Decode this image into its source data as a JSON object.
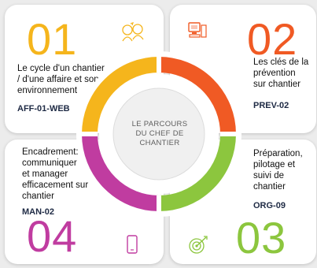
{
  "center": {
    "lines": [
      "LE PARCOURS",
      "DU CHEF DE",
      "CHANTIER"
    ]
  },
  "cards": [
    {
      "number": "01",
      "title_lines": [
        "Le cycle d'un chantier",
        "/ d'une affaire et son",
        "environnement"
      ],
      "code": "AFF-01-WEB",
      "icon": "discussion-icon",
      "color": "#f5b51c"
    },
    {
      "number": "02",
      "title_lines": [
        "Les clés de la",
        "prévention",
        "sur chantier"
      ],
      "code": "PREV-02",
      "icon": "computer-icon",
      "color": "#f05a24"
    },
    {
      "number": "03",
      "title_lines": [
        "Préparation,",
        "pilotage et",
        "suivi de",
        "chantier"
      ],
      "code": "ORG-09",
      "icon": "target-icon",
      "color": "#8cc63e"
    },
    {
      "number": "04",
      "title_lines": [
        "Encadrement:",
        "communiquer",
        "et manager",
        "efficacement sur",
        "chantier"
      ],
      "code": "MAN-02",
      "icon": "phone-icon",
      "color": "#c03ca0"
    }
  ],
  "colors": {
    "yellow": "#f5b51c",
    "orange": "#f05a24",
    "green": "#8cc63e",
    "magenta": "#c03ca0"
  }
}
